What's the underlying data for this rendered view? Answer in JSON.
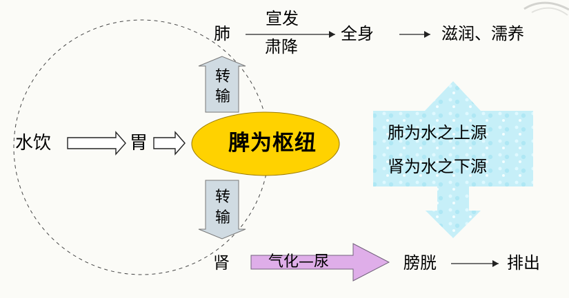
{
  "diagram": {
    "center_label": "脾为枢纽",
    "intake": {
      "source": "水饮",
      "stomach": "胃"
    },
    "lung": {
      "label": "肺",
      "upper_action": "宣发",
      "lower_action": "肃降",
      "target": "全身",
      "result": "滋润、濡养"
    },
    "kidney": {
      "label": "肾",
      "process": "气化—尿",
      "organ": "膀胱",
      "result": "排出"
    },
    "transport_up": [
      "转",
      "输"
    ],
    "transport_down": [
      "转",
      "输"
    ],
    "summary": [
      "肺为水之上源",
      "肾为水之下源"
    ],
    "colors": {
      "center_fill": "#ffd200",
      "transport_arrow": "#d0dbe2",
      "process_arrow": "#dfaee9",
      "summary_background": "#bcecf7"
    }
  }
}
